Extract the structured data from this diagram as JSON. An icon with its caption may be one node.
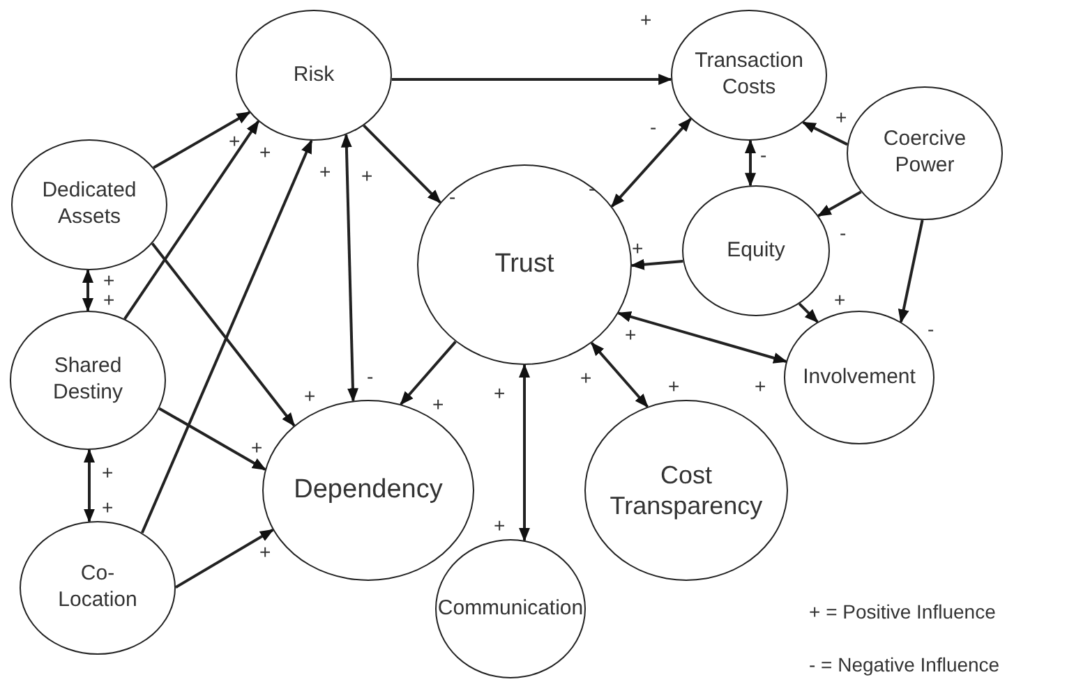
{
  "diagram": {
    "nodes": [
      {
        "text": [
          "Risk"
        ]
      },
      {
        "text": [
          "Transaction Costs"
        ]
      },
      {
        "text": [
          "Dedicated Assets"
        ]
      },
      {
        "text": [
          "Coercive Power"
        ]
      },
      {
        "text": [
          "Equity"
        ]
      },
      {
        "text": [
          "Trust"
        ]
      },
      {
        "text": [
          "Involvement"
        ]
      },
      {
        "text": [
          "Shared Destiny"
        ]
      },
      {
        "text": [
          "Dependency"
        ]
      },
      {
        "text": [
          "Cost Transparency"
        ]
      },
      {
        "text": [
          "Co- Location"
        ]
      },
      {
        "text": [
          "Communication"
        ]
      }
    ],
    "edges": [
      {
        "from": 0,
        "to": 1,
        "arrow": "to"
      },
      {
        "from": 0,
        "to": 5,
        "arrow": "to"
      },
      {
        "from": 2,
        "to": 0,
        "arrow": "to"
      },
      {
        "from": 7,
        "to": 0,
        "arrow": "to"
      },
      {
        "from": 10,
        "to": 0,
        "arrow": "to"
      },
      {
        "from": 0,
        "to": 8,
        "arrow": "both"
      },
      {
        "from": 5,
        "to": 1,
        "arrow": "both"
      },
      {
        "from": 1,
        "to": 4,
        "arrow": "both"
      },
      {
        "from": 3,
        "to": 1,
        "arrow": "to"
      },
      {
        "from": 3,
        "to": 4,
        "arrow": "to"
      },
      {
        "from": 3,
        "to": 6,
        "arrow": "to"
      },
      {
        "from": 4,
        "to": 5,
        "arrow": "to"
      },
      {
        "from": 4,
        "to": 6,
        "arrow": "to"
      },
      {
        "from": 5,
        "to": 6,
        "arrow": "both"
      },
      {
        "from": 5,
        "to": 9,
        "arrow": "both"
      },
      {
        "from": 5,
        "to": 8,
        "arrow": "to"
      },
      {
        "from": 5,
        "to": 11,
        "arrow": "both"
      },
      {
        "from": 2,
        "to": 7,
        "arrow": "both"
      },
      {
        "from": 7,
        "to": 10,
        "arrow": "both"
      },
      {
        "from": 2,
        "to": 8,
        "arrow": "to"
      },
      {
        "from": 7,
        "to": 8,
        "arrow": "to"
      },
      {
        "from": 10,
        "to": 8,
        "arrow": "to"
      }
    ],
    "labels": [
      "+",
      "+",
      "+",
      "-",
      "-",
      "+",
      "+",
      "+",
      "-",
      "-",
      "-",
      "+",
      "+",
      "+",
      "+",
      "-",
      "+",
      "+",
      "+",
      "+",
      "-",
      "+",
      "+",
      "+",
      "+",
      "+",
      "+",
      "+",
      "+",
      "+ = Positive Influence",
      "- =  Negative Influence"
    ]
  }
}
